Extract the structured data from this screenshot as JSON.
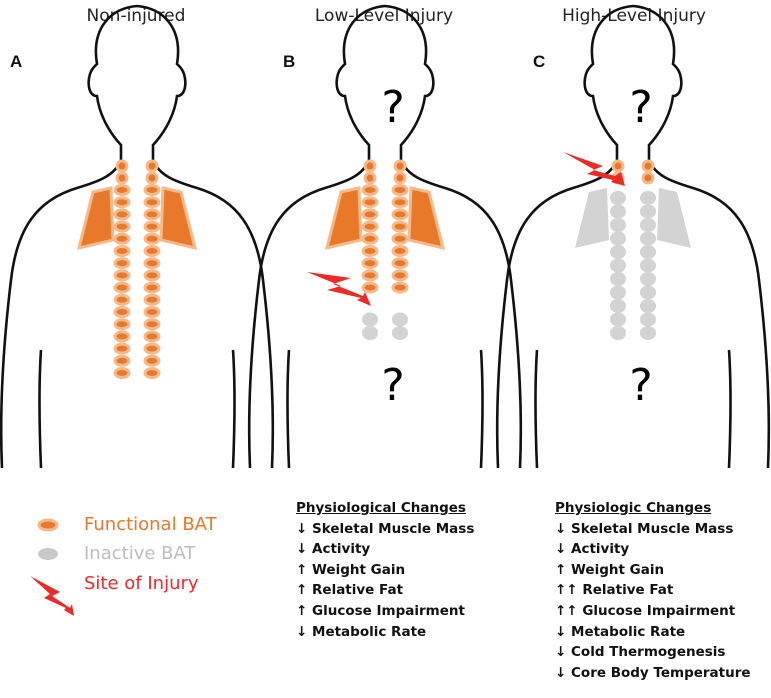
{
  "panels": [
    {
      "title": "Non-injured",
      "letter": "A"
    },
    {
      "title": "Low-Level Injury",
      "letter": "B",
      "unknown_marks": [
        "?",
        "?"
      ]
    },
    {
      "title": "High-Level Injury",
      "letter": "C",
      "unknown_marks": [
        "?",
        "?"
      ]
    }
  ],
  "legend": {
    "functional": {
      "label": "Functional BAT",
      "color": "#e8792a"
    },
    "inactive": {
      "label": "Inactive BAT",
      "color": "#bdbdbd"
    },
    "injury": {
      "label": "Site of Injury",
      "color": "#ee2a24"
    }
  },
  "changes_low": {
    "heading": "Physiological Changes",
    "items": [
      "↓ Skeletal Muscle  Mass",
      "↓ Activity",
      "↑ Weight Gain",
      "↑ Relative Fat",
      "↑ Glucose Impairment",
      "↓ Metabolic Rate"
    ]
  },
  "changes_high": {
    "heading": "Physiologic Changes",
    "items": [
      "↓ Skeletal Muscle Mass",
      "↓ Activity",
      "↑ Weight Gain",
      "↑↑ Relative Fat",
      "↑↑ Glucose Impairment",
      "↓ Metabolic Rate",
      "↓ Cold Thermogenesis",
      "↓ Core Body Temperature"
    ]
  }
}
